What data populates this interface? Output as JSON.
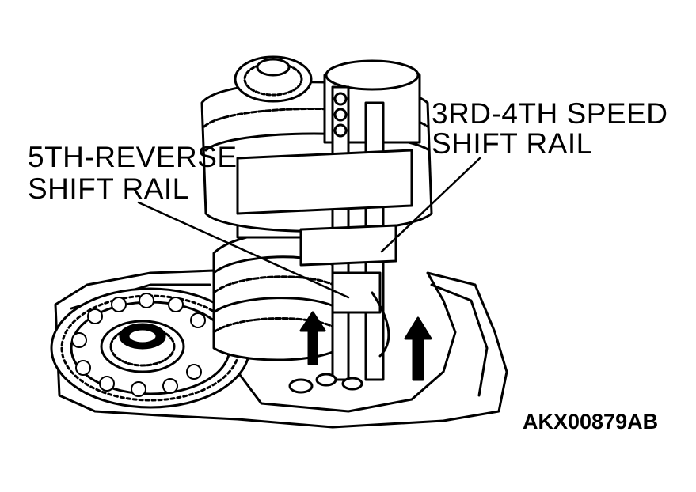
{
  "labels": {
    "fifth_reverse_line1": "5TH-REVERSE",
    "fifth_reverse_line2": "SHIFT RAIL",
    "third_fourth_line1": "3RD-4TH SPEED",
    "third_fourth_line2": "SHIFT RAIL"
  },
  "figure_id": "AKX00879AB",
  "colors": {
    "ink": "#000000",
    "paper": "#ffffff"
  }
}
